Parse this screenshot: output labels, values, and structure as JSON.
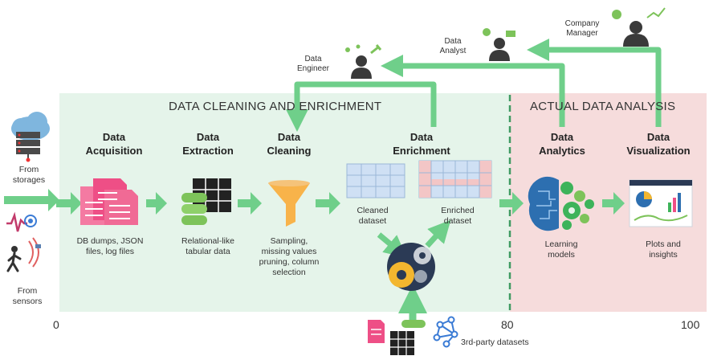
{
  "sections": {
    "cleaning": "DATA CLEANING AND ENRICHMENT",
    "analysis": "ACTUAL DATA ANALYSIS"
  },
  "sources": {
    "storages": [
      "From",
      "storages"
    ],
    "sensors": [
      "From",
      "sensors"
    ]
  },
  "roles": {
    "engineer": [
      "Data",
      "Engineer"
    ],
    "analyst": [
      "Data",
      "Analyst"
    ],
    "manager": [
      "Company",
      "Manager"
    ]
  },
  "stages": [
    {
      "title": [
        "Data",
        "Acquisition"
      ],
      "desc": [
        "DB dumps, JSON",
        "files, log files"
      ]
    },
    {
      "title": [
        "Data",
        "Extraction"
      ],
      "desc": [
        "Relational-like",
        "tabular data"
      ]
    },
    {
      "title": [
        "Data",
        "Cleaning"
      ],
      "desc": [
        "Sampling,",
        "missing values",
        "pruning, column",
        "selection"
      ]
    },
    {
      "title": [
        "Data",
        "Enrichment"
      ],
      "desc": []
    },
    {
      "title": [
        "Data",
        "Analytics"
      ],
      "desc": [
        "Learning",
        "models"
      ]
    },
    {
      "title": [
        "Data",
        "Visualization"
      ],
      "desc": [
        "Plots and",
        "insights"
      ]
    }
  ],
  "enrichment": {
    "cleaned": [
      "Cleaned",
      "dataset"
    ],
    "enriched": [
      "Enriched",
      "dataset"
    ],
    "third_party": "3rd-party datasets"
  },
  "axis": {
    "start": "0",
    "mid": "80",
    "end": "100"
  },
  "colors": {
    "green_bg": "#e5f4ea",
    "pink_bg": "#f6dcdc",
    "arrow": "#6fcf8a",
    "divider": "#3f9a62",
    "doc_pink": "#ee4f86",
    "db_green": "#7dc35a",
    "funnel": "#f8b34a",
    "brain_blue": "#2d6fb0",
    "gear_green": "#3db35a"
  },
  "icons": [
    "cloud-storage-icon",
    "sensor-waveform-icon",
    "walking-person-icon",
    "document-stack-icon",
    "database-table-icon",
    "funnel-icon",
    "gears-icon",
    "brain-gears-icon",
    "dashboard-icon",
    "network-icon",
    "person-icon"
  ]
}
